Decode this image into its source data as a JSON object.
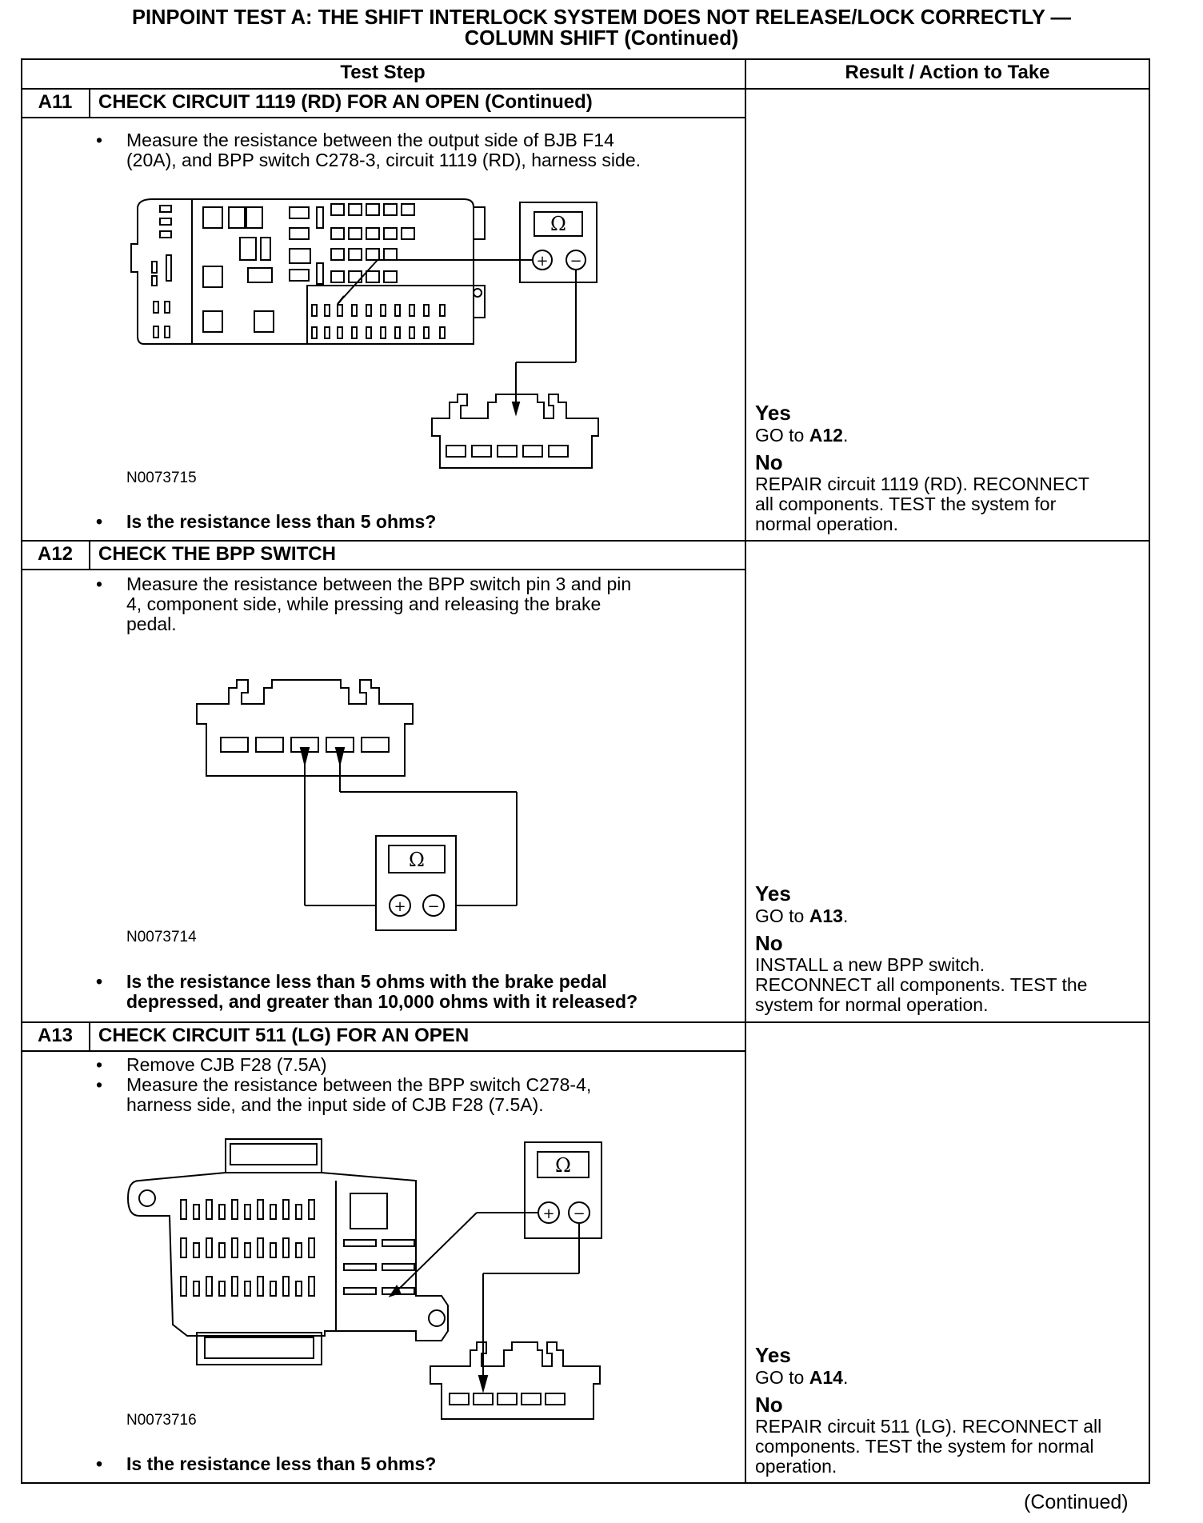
{
  "title": {
    "line1": "PINPOINT TEST  A: THE SHIFT INTERLOCK SYSTEM DOES NOT RELEASE/LOCK CORRECTLY —",
    "line2": "COLUMN SHIFT (Continued)"
  },
  "table": {
    "col_test_step": "Test Step",
    "col_result": "Result / Action to Take"
  },
  "steps": [
    {
      "id": "A11",
      "heading": "CHECK CIRCUIT 1119 (RD) FOR AN OPEN (Continued)",
      "instruction_1": "Measure the resistance between the output side of BJB F14",
      "instruction_2": "(20A), and BPP switch C278-3, circuit 1119 (RD), harness side.",
      "figure_code": "N0073715",
      "question": "Is the resistance less than 5 ohms?",
      "yes_label": "Yes",
      "yes_action": "GO to ",
      "yes_target": "A12",
      "no_label": "No",
      "no_line1": "REPAIR circuit 1119 (RD). RECONNECT",
      "no_line2": "all components. TEST the system for",
      "no_line3": "normal operation."
    },
    {
      "id": "A12",
      "heading": "CHECK THE BPP SWITCH",
      "instruction_1": "Measure the resistance between the BPP switch pin 3 and pin",
      "instruction_2": "4, component side, while pressing and releasing the brake",
      "instruction_3": "pedal.",
      "figure_code": "N0073714",
      "question_1": "Is the resistance less than 5 ohms with the brake pedal",
      "question_2": "depressed, and greater than 10,000 ohms with it released?",
      "yes_label": "Yes",
      "yes_action": "GO to ",
      "yes_target": "A13",
      "no_label": "No",
      "no_line1": "INSTALL a new BPP switch.",
      "no_line2": "RECONNECT all components. TEST the",
      "no_line3": "system for normal operation."
    },
    {
      "id": "A13",
      "heading": "CHECK CIRCUIT 511 (LG) FOR AN OPEN",
      "instruction_a": "Remove CJB F28 (7.5A)",
      "instruction_b1": "Measure the resistance between the BPP switch C278-4,",
      "instruction_b2": "harness side, and the input side of CJB F28 (7.5A).",
      "figure_code": "N0073716",
      "question": "Is the resistance less than 5 ohms?",
      "yes_label": "Yes",
      "yes_action": "GO to ",
      "yes_target": "A14",
      "no_label": "No",
      "no_line1": "REPAIR circuit 511 (LG). RECONNECT all",
      "no_line2": "components. TEST the system for normal",
      "no_line3": "operation."
    }
  ],
  "meter": {
    "symbol": "Ω",
    "plus": "+",
    "minus": "−"
  },
  "bullet": "•",
  "footer": "(Continued)"
}
